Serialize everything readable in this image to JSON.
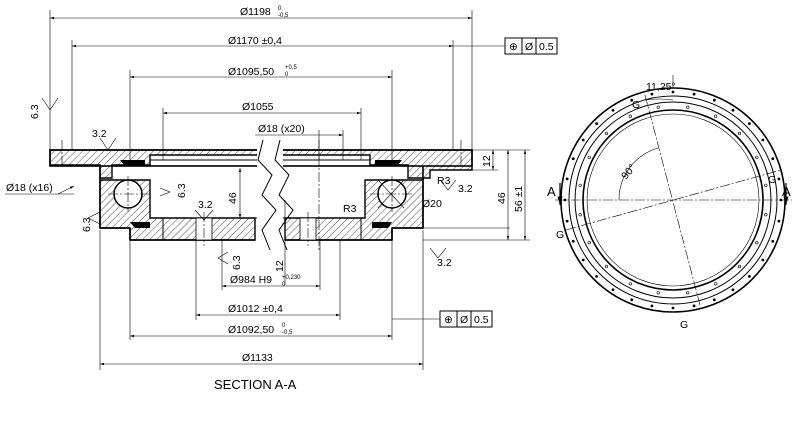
{
  "section": {
    "title": "SECTION A-A",
    "dims": {
      "d1198": "Ø1198",
      "d1198_tol_up": "0",
      "d1198_tol_lo": "-0,5",
      "d1170": "Ø1170 ±0,4",
      "d1095": "Ø1095,50",
      "d1095_tol_up": "+0,5",
      "d1095_tol_lo": "0",
      "d1055": "Ø1055",
      "holes_small": "Ø18 (x20)",
      "holes_large": "Ø18 (x16)",
      "d984": "Ø984 H9",
      "d984_tol_up": "+0,230",
      "d984_tol_lo": "0",
      "d1012": "Ø1012 ±0,4",
      "d1092": "Ø1092,50",
      "d1092_tol_up": "0",
      "d1092_tol_lo": "-0,5",
      "d1133": "Ø1133",
      "h46_left": "46",
      "h46_right": "46",
      "h12_top": "12",
      "h12_bottom": "12",
      "h56": "56 ±1",
      "ball": "Ø20",
      "r3a": "R3",
      "r3b": "R3"
    },
    "roughness": {
      "r1": "6.3",
      "r2": "3.2",
      "r3": "6.3",
      "r4": "3.2",
      "r5": "6.3",
      "r6": "6.3",
      "r7": "3.2",
      "r8": "3.2"
    },
    "position_tol_top": {
      "symbol": "⊕",
      "diameter": "Ø",
      "value": "0.5"
    },
    "position_tol_bottom": {
      "symbol": "⊕",
      "diameter": "Ø",
      "value": "0.5"
    }
  },
  "plan": {
    "angle_top": "11,25°",
    "angle_inner": "90°",
    "labels": {
      "g1": "G",
      "g2": "G",
      "g3": "G",
      "g4": "G",
      "a_left": "A",
      "a_right": "A"
    }
  }
}
